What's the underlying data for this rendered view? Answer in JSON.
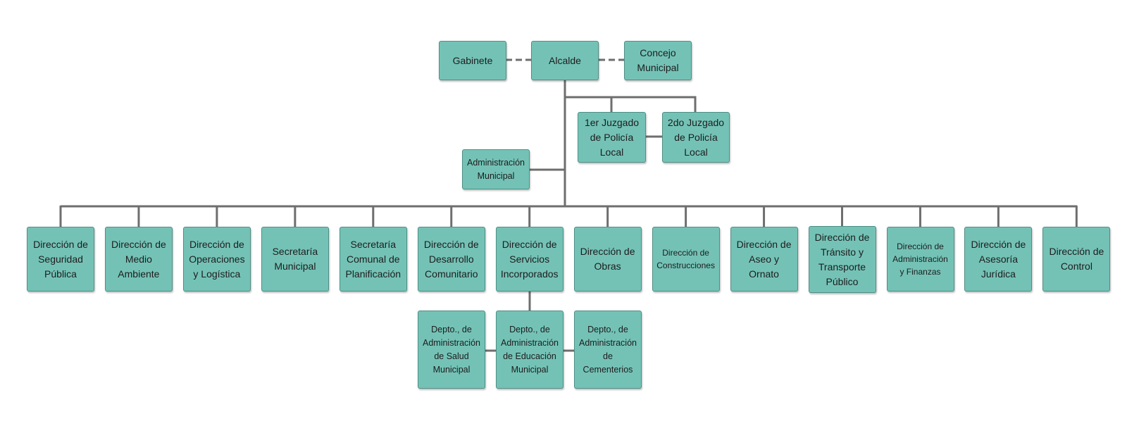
{
  "top": {
    "gabinete": "Gabinete",
    "alcalde": "Alcalde",
    "concejo": "Concejo\nMunicipal"
  },
  "juzgados": {
    "primero": "1er Juzgado\nde Policía\nLocal",
    "segundo": "2do Juzgado\nde Policía\nLocal"
  },
  "administracion": "Administración\nMunicipal",
  "direcciones": [
    "Dirección de\nSeguridad\nPública",
    "Dirección de\nMedio\nAmbiente",
    "Dirección de\nOperaciones\ny Logística",
    "Secretaría\nMunicipal",
    "Secretaría\nComunal de\nPlanificación",
    "Dirección de\nDesarrollo\nComunitario",
    "Dirección de\nServicios\nIncorporados",
    "Dirección de\nObras",
    "Dirección de\nConstrucciones",
    "Dirección de\nAseo y\nOrnato",
    "Dirección de\nTránsito y\nTransporte\nPúblico",
    "Dirección de\nAdministración\ny Finanzas",
    "Dirección de\nAsesoría\nJurídica",
    "Dirección de\nControl"
  ],
  "deptos": [
    "Depto., de\nAdministración\nde Salud\nMunicipal",
    "Depto., de\nAdministración\nde Educación\nMunicipal",
    "Depto., de\nAdministración\nde\nCementerios"
  ],
  "colors": {
    "box": "#74c2b6",
    "line": "#6e6e6e"
  }
}
